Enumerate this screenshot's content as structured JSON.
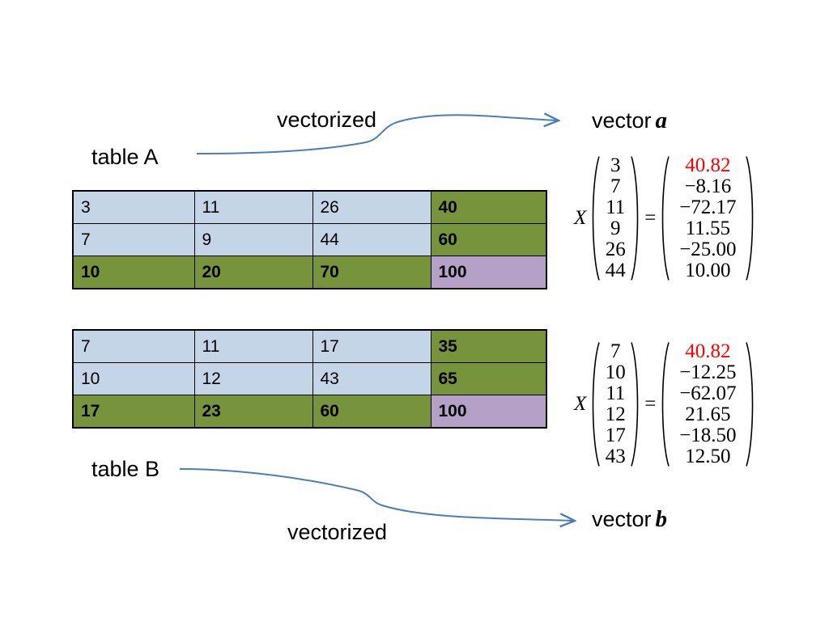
{
  "figure": {
    "background": "#ffffff",
    "colors": {
      "cell_blue": "#c5d5e8",
      "cell_green": "#77933c",
      "cell_purple": "#b5a0c8",
      "accent_red": "#ff0000",
      "arrow_blue": "#4a7ebb",
      "border": "#000000"
    }
  },
  "labels": {
    "table_a": "table A",
    "table_b": "table B",
    "vectorized_top": "vectorized",
    "vectorized_bottom": "vectorized",
    "vector_a_text": "vector",
    "vector_a_symbol": "a",
    "vector_b_text": "vector",
    "vector_b_symbol": "b"
  },
  "table_a": {
    "name": "table A",
    "rows": [
      {
        "cells": [
          {
            "value": "3",
            "style": "blue"
          },
          {
            "value": "11",
            "style": "blue"
          },
          {
            "value": "26",
            "style": "blue"
          },
          {
            "value": "40",
            "style": "green"
          }
        ]
      },
      {
        "cells": [
          {
            "value": "7",
            "style": "blue-indent"
          },
          {
            "value": "9",
            "style": "blue-indent"
          },
          {
            "value": "44",
            "style": "blue"
          },
          {
            "value": "60",
            "style": "green"
          }
        ]
      },
      {
        "cells": [
          {
            "value": "10",
            "style": "green"
          },
          {
            "value": "20",
            "style": "green"
          },
          {
            "value": "70",
            "style": "green"
          },
          {
            "value": "100",
            "style": "purple-red"
          }
        ]
      }
    ]
  },
  "table_b": {
    "name": "table B",
    "rows": [
      {
        "cells": [
          {
            "value": "7",
            "style": "blue-indent"
          },
          {
            "value": "11",
            "style": "blue"
          },
          {
            "value": "17",
            "style": "blue"
          },
          {
            "value": "35",
            "style": "green"
          }
        ]
      },
      {
        "cells": [
          {
            "value": "10",
            "style": "blue-indent"
          },
          {
            "value": "12",
            "style": "blue"
          },
          {
            "value": "43",
            "style": "blue"
          },
          {
            "value": "65",
            "style": "green"
          }
        ]
      },
      {
        "cells": [
          {
            "value": "17",
            "style": "green"
          },
          {
            "value": "23",
            "style": "green"
          },
          {
            "value": "60",
            "style": "green"
          },
          {
            "value": "100",
            "style": "purple-red"
          }
        ]
      }
    ]
  },
  "equation_a": {
    "operator": "X",
    "equals": "=",
    "input_vector": [
      "3",
      "7",
      "11",
      "9",
      "26",
      "44"
    ],
    "output_vector": [
      "40.82",
      "−8.16",
      "−72.17",
      "11.55",
      "−25.00",
      "10.00"
    ],
    "highlighted_index": 0
  },
  "equation_b": {
    "operator": "X",
    "equals": "=",
    "input_vector": [
      "7",
      "10",
      "11",
      "12",
      "17",
      "43"
    ],
    "output_vector": [
      "40.82",
      "−12.25",
      "−62.07",
      "21.65",
      "−18.50",
      "12.50"
    ],
    "highlighted_index": 0
  }
}
